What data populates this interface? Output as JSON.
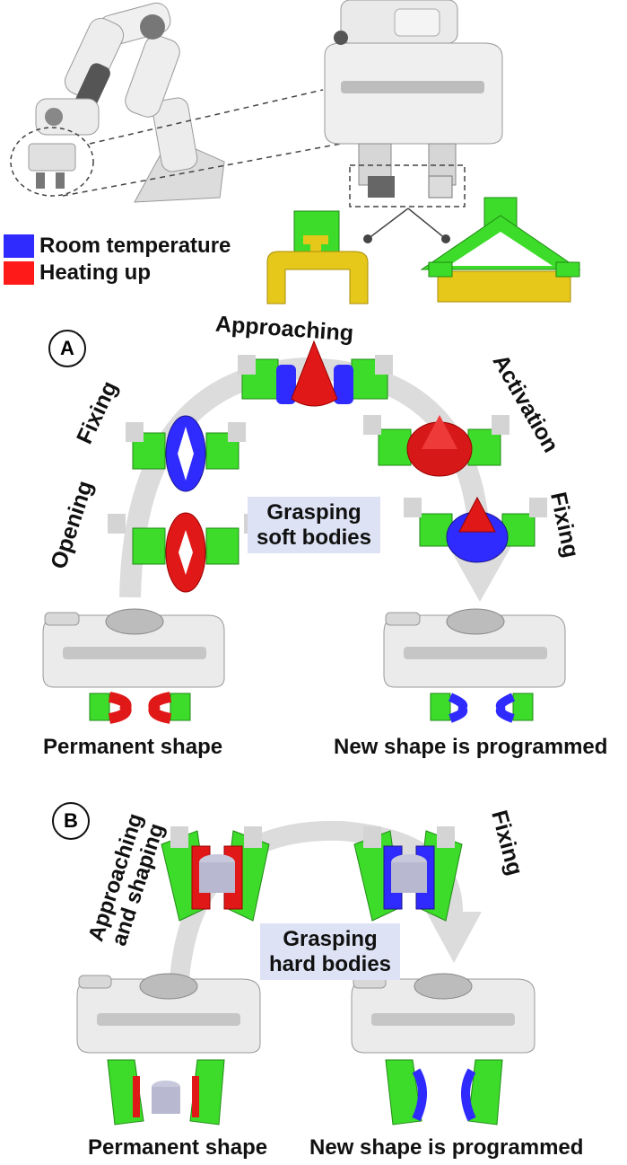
{
  "legend": [
    {
      "label": "Room temperature",
      "color": "#2f2bff"
    },
    {
      "label": "Heating up",
      "color": "#ff1a1a"
    }
  ],
  "panel_a": {
    "marker": "A",
    "steps": [
      "Opening",
      "Fixing",
      "Approaching",
      "Activation",
      "Fixing"
    ],
    "center_label": [
      "Grasping",
      "soft bodies"
    ],
    "left_caption": "Permanent shape",
    "right_caption": "New shape is programmed"
  },
  "panel_b": {
    "marker": "B",
    "steps_left": [
      "Approaching",
      "and shaping"
    ],
    "step_right": "Fixing",
    "center_label": [
      "Grasping",
      "hard bodies"
    ],
    "left_caption": "Permanent shape",
    "right_caption": "New shape is programmed"
  },
  "colors": {
    "green": "#3ddc2a",
    "yellow": "#e6c81a",
    "housing": "#e4e4e4",
    "arrow": "#dcdcdc",
    "label_bg": "#dde3f5"
  }
}
